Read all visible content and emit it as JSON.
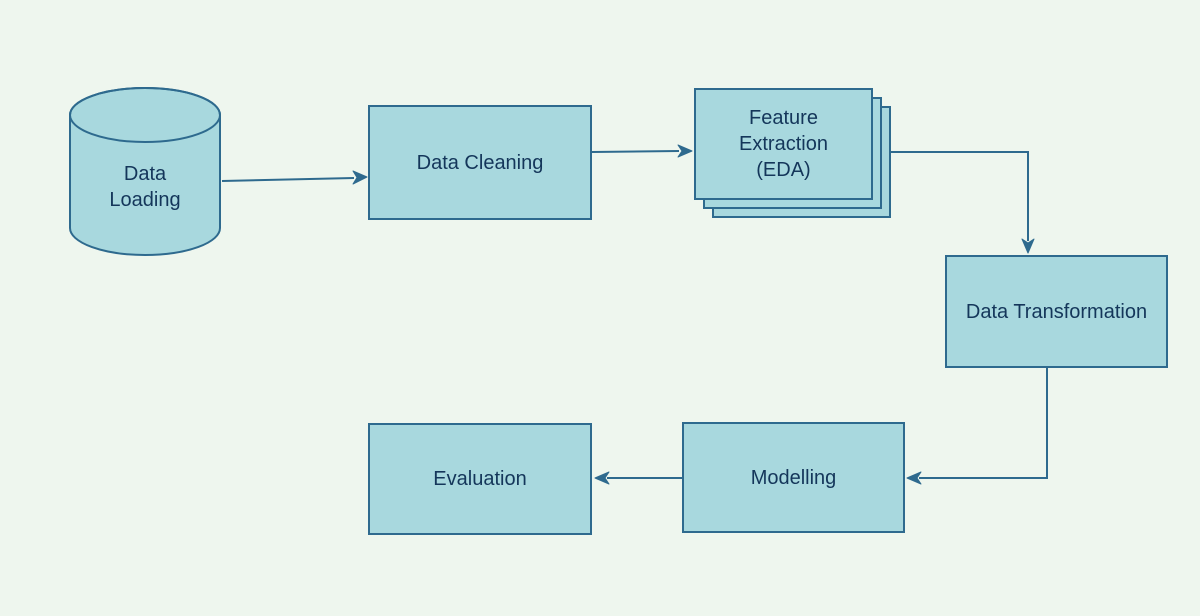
{
  "diagram": {
    "type": "flowchart",
    "description": "Data science pipeline flow",
    "nodes": [
      {
        "id": "data-loading",
        "label": "Data\nLoading",
        "shape": "cylinder"
      },
      {
        "id": "data-cleaning",
        "label": "Data Cleaning",
        "shape": "rect"
      },
      {
        "id": "feature-extraction",
        "label": "Feature\nExtraction\n(EDA)",
        "shape": "stacked-rect"
      },
      {
        "id": "data-transformation",
        "label": "Data Transformation",
        "shape": "rect"
      },
      {
        "id": "modelling",
        "label": "Modelling",
        "shape": "rect"
      },
      {
        "id": "evaluation",
        "label": "Evaluation",
        "shape": "rect"
      }
    ],
    "edges": [
      {
        "from": "data-loading",
        "to": "data-cleaning"
      },
      {
        "from": "data-cleaning",
        "to": "feature-extraction"
      },
      {
        "from": "feature-extraction",
        "to": "data-transformation"
      },
      {
        "from": "data-transformation",
        "to": "modelling"
      },
      {
        "from": "modelling",
        "to": "evaluation"
      }
    ]
  },
  "colors": {
    "background": "#eef6ee",
    "node_fill": "#a8d8de",
    "node_stroke": "#2e6a8e",
    "text": "#14365a"
  }
}
